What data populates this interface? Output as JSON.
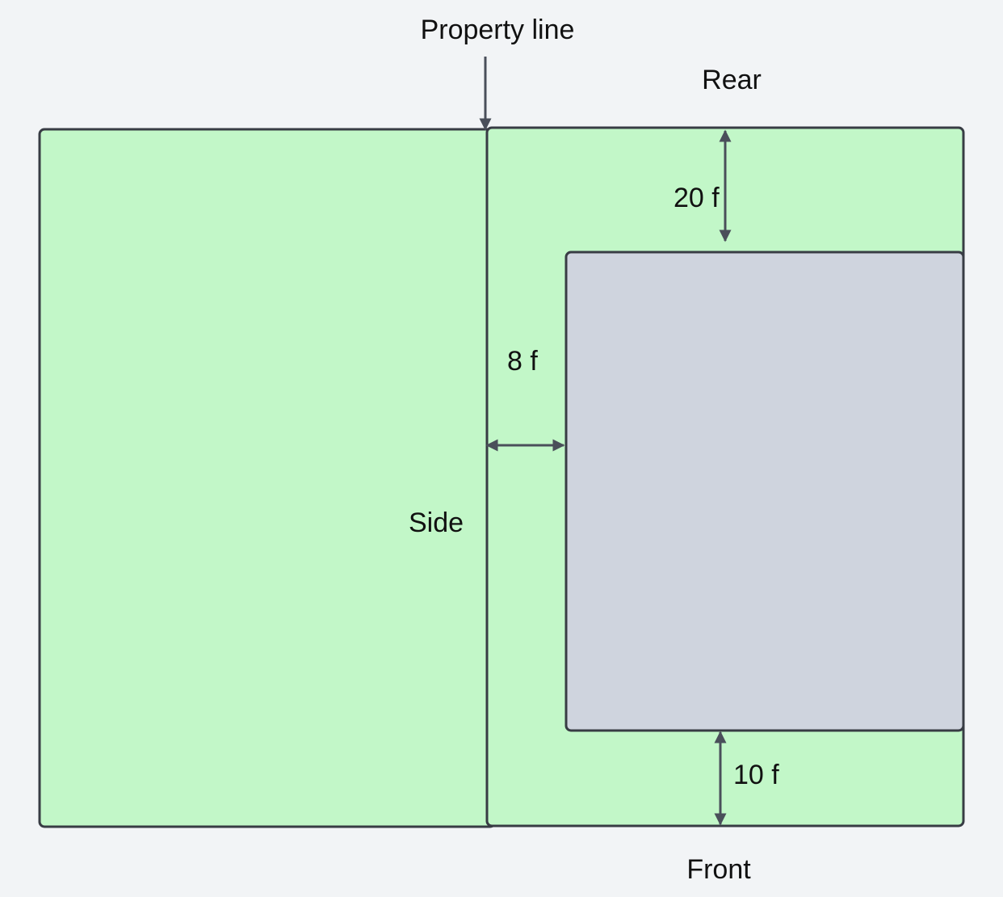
{
  "labels": {
    "property_line": "Property line",
    "rear": "Rear",
    "side": "Side",
    "front": "Front"
  },
  "setbacks": {
    "rear": "20 f",
    "side": "8 f",
    "front": "10 f"
  },
  "colors": {
    "background": "#f2f4f6",
    "yard": "#c2f7c8",
    "building": "#cfd4de",
    "stroke": "#383c44",
    "arrow": "#4a4f5a"
  }
}
